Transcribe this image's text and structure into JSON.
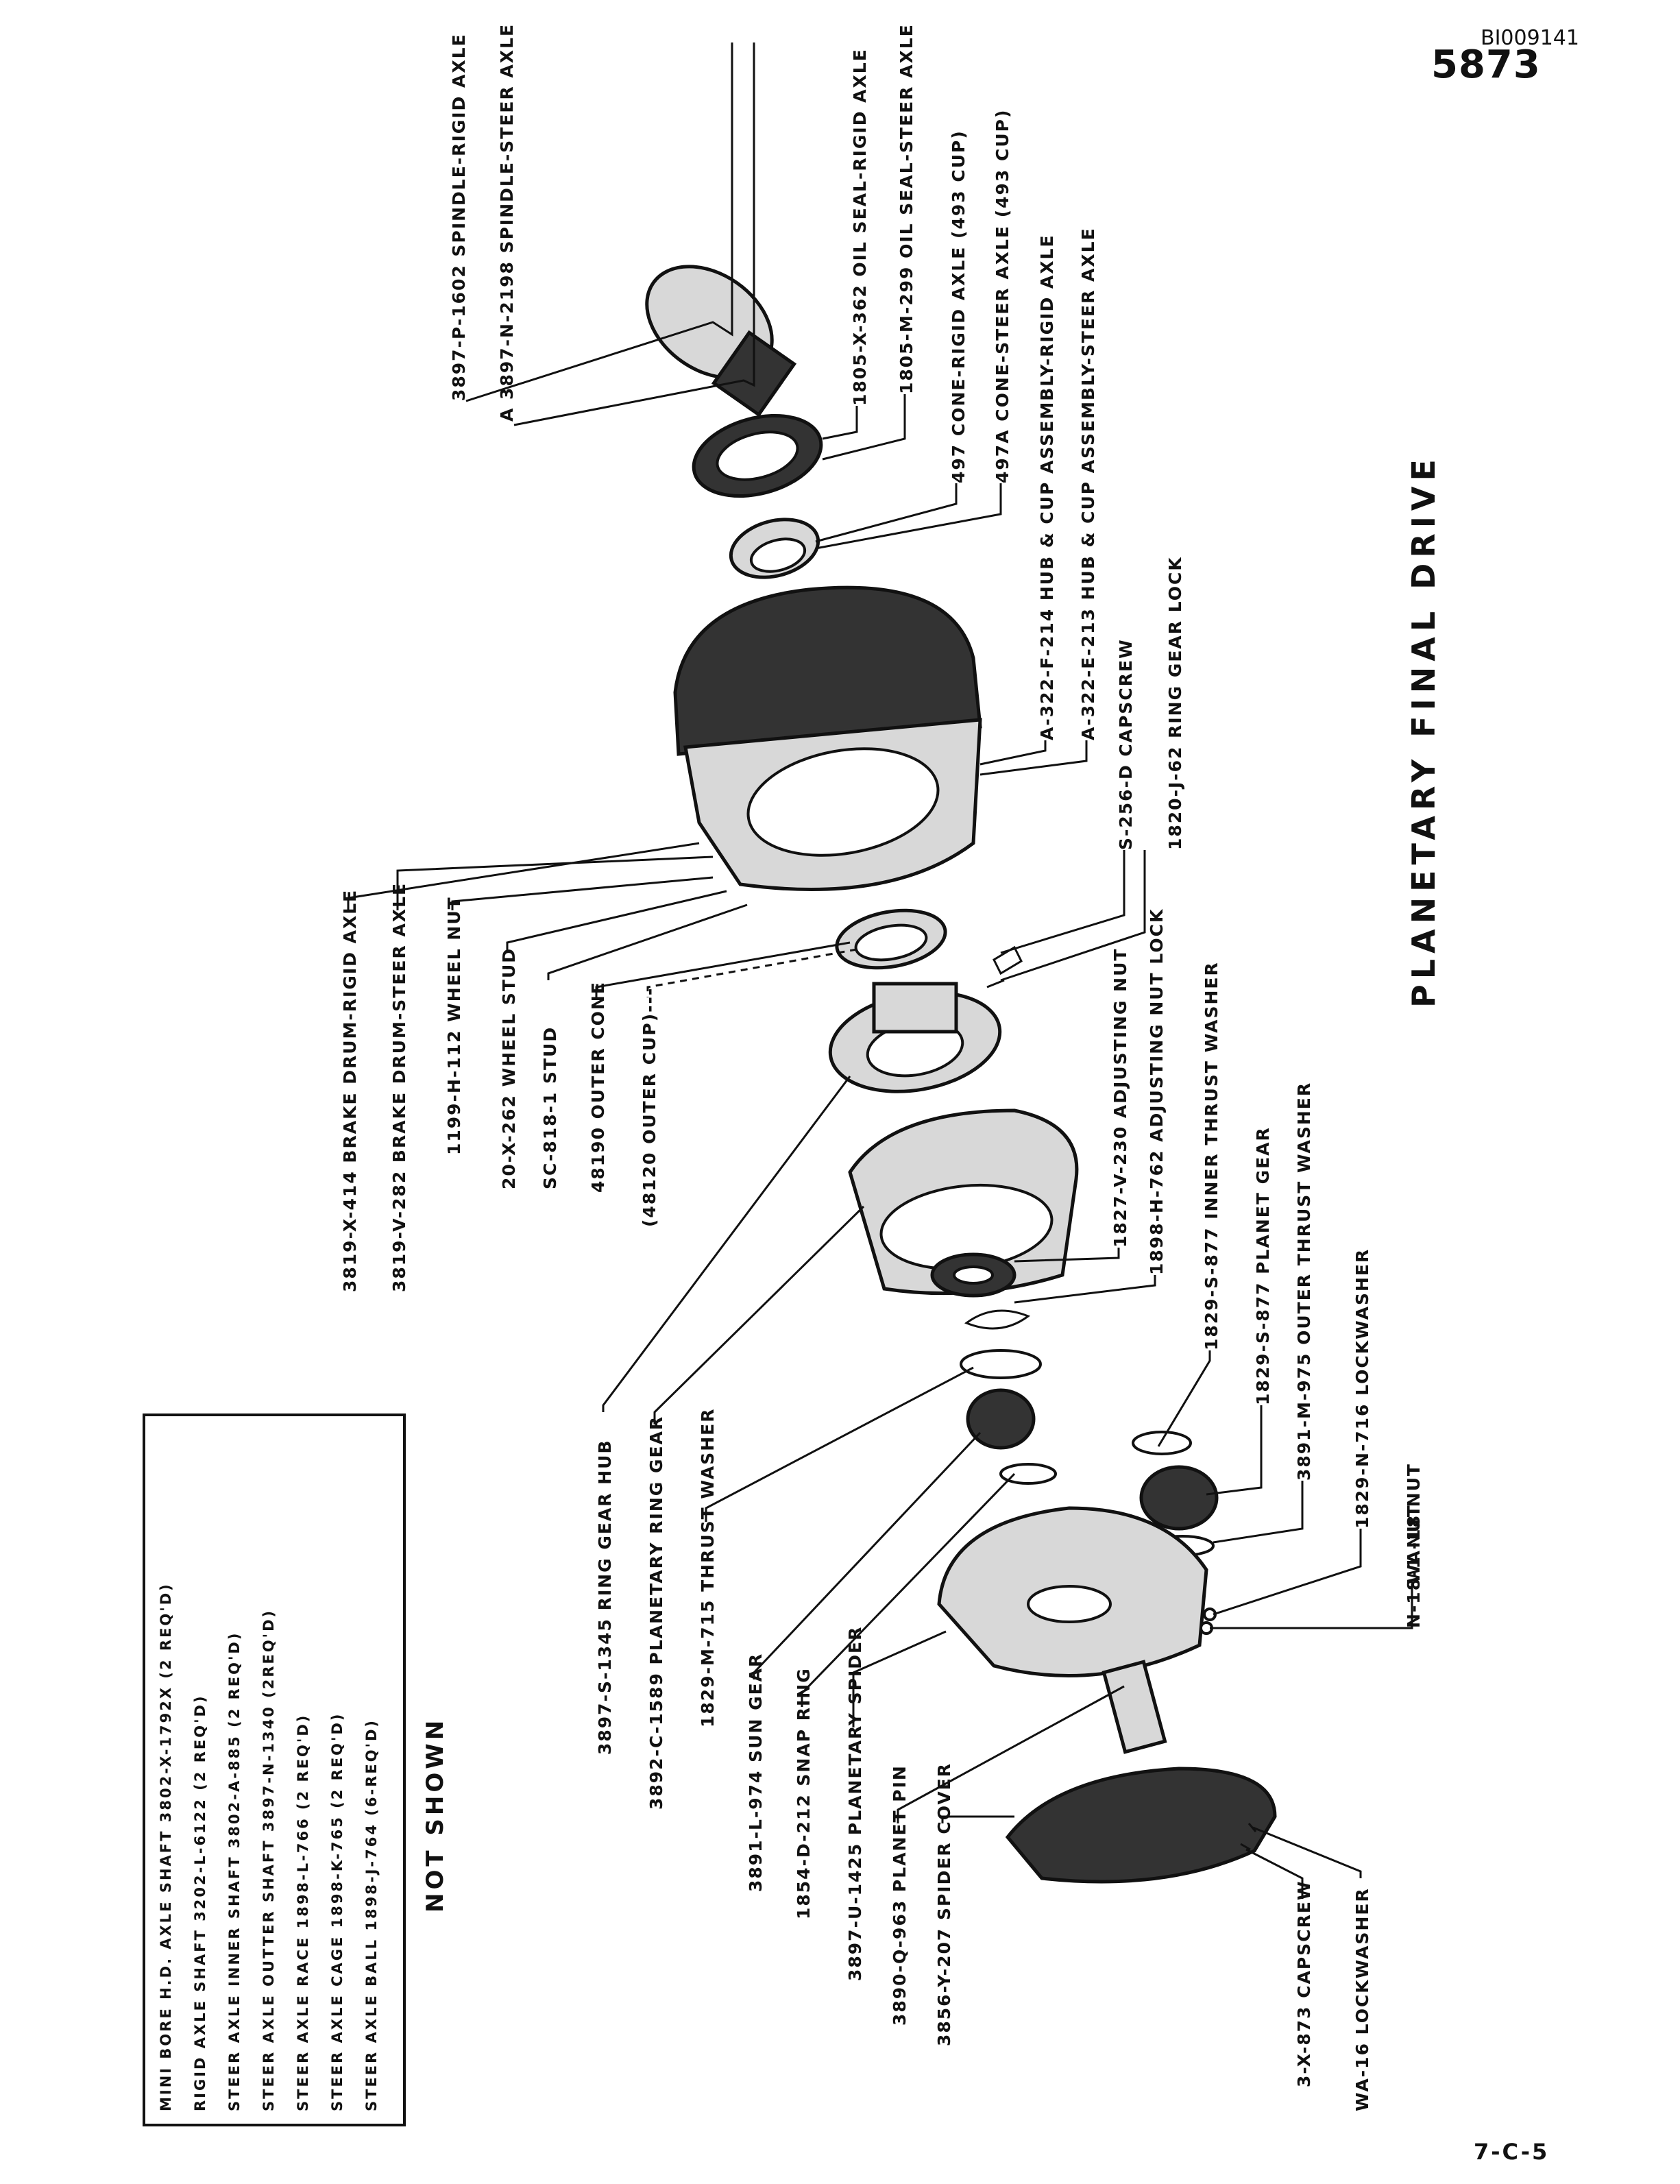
{
  "header": {
    "doc_id": "BI009141",
    "page_number": "5873"
  },
  "footer": {
    "page_ref": "7-C-5"
  },
  "title": "PLANETARY  FINAL  DRIVE",
  "callouts": [
    "3897-P-1602   SPINDLE-RIGID AXLE",
    "A 3897-N-2198   SPINDLE-STEER AXLE",
    "1805-X-362   OIL SEAL-RIGID AXLE",
    "1805-M-299   OIL SEAL-STEER AXLE",
    "497   CONE-RIGID AXLE (493 CUP)",
    "497A   CONE-STEER AXLE (493 CUP)",
    "A-322-F-214 HUB & CUP ASSEMBLY-RIGID AXLE",
    "A-322-E-213 HUB & CUP ASSEMBLY-STEER AXLE",
    "S-256-D   CAPSCREW",
    "1820-J-62  RING GEAR LOCK",
    "1827-V-230   ADJUSTING NUT",
    "1898-H-762   ADJUSTING NUT LOCK",
    "1829-S-877   INNER THRUST WASHER",
    "1829-S-877   PLANET GEAR",
    "3891-M-975   OUTER THRUST WASHER",
    "1829-N-716   LOCKWASHER",
    "WA-18   NUT",
    "N-18-1  NUT",
    "3819-X-414 BRAKE DRUM-RIGID AXLE",
    "3819-V-282   BRAKE DRUM-STEER AXLE",
    "1199-H-112   WHEEL NUT",
    "20-X-262 WHEEL STUD",
    "SC-818-1  STUD",
    "48190   OUTER  CONE",
    "(48120  OUTER  CUP)---",
    "3897-S-1345 RING GEAR HUB",
    "3892-C-1589 PLANETARY RING GEAR",
    "1829-M-715   THRUST WASHER",
    "3891-L-974  SUN GEAR",
    "1854-D-212  SNAP RING",
    "3897-U-1425  PLANETARY SPIDER",
    "3890-Q-963 PLANET PIN",
    "3856-Y-207 SPIDER COVER",
    "3-X-873  CAPSCREW",
    "WA-16  LOCKWASHER"
  ],
  "not_shown": {
    "caption": "NOT  SHOWN",
    "items": [
      "MINI BORE H.D. AXLE SHAFT   3802-X-1792X  (2 REQ'D)",
      "RIGID AXLE SHAFT   3202-L-6122  (2 REQ'D)",
      "STEER AXLE  INNER SHAFT 3802-A-885  (2 REQ'D)",
      "STEER AXLE OUTTER SHAFT 3897-N-1340 (2REQ'D)",
      "STEER AXLE RACE 1898-L-766  (2 REQ'D)",
      "STEER AXLE CAGE 1898-K-765  (2 REQ'D)",
      "STEER AXLE BALL 1898-J-764  (6-REQ'D)"
    ]
  }
}
